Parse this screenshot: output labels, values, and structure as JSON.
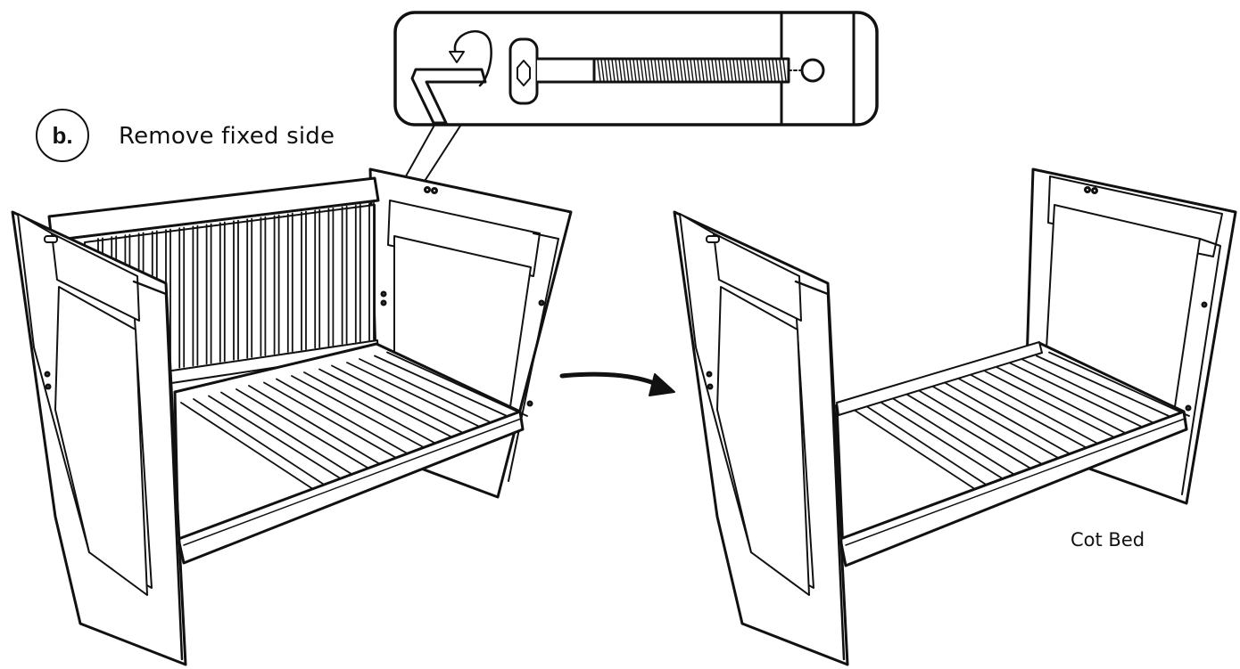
{
  "step": {
    "marker": "b.",
    "title": "Remove fixed side"
  },
  "result": {
    "label": "Cot Bed"
  },
  "colors": {
    "line": "#111111",
    "fill": "#ffffff"
  },
  "icons": [
    "allen-key-icon",
    "rotate-arrow-icon",
    "bolt-icon",
    "bolt-hole-icon",
    "transition-arrow-icon"
  ]
}
